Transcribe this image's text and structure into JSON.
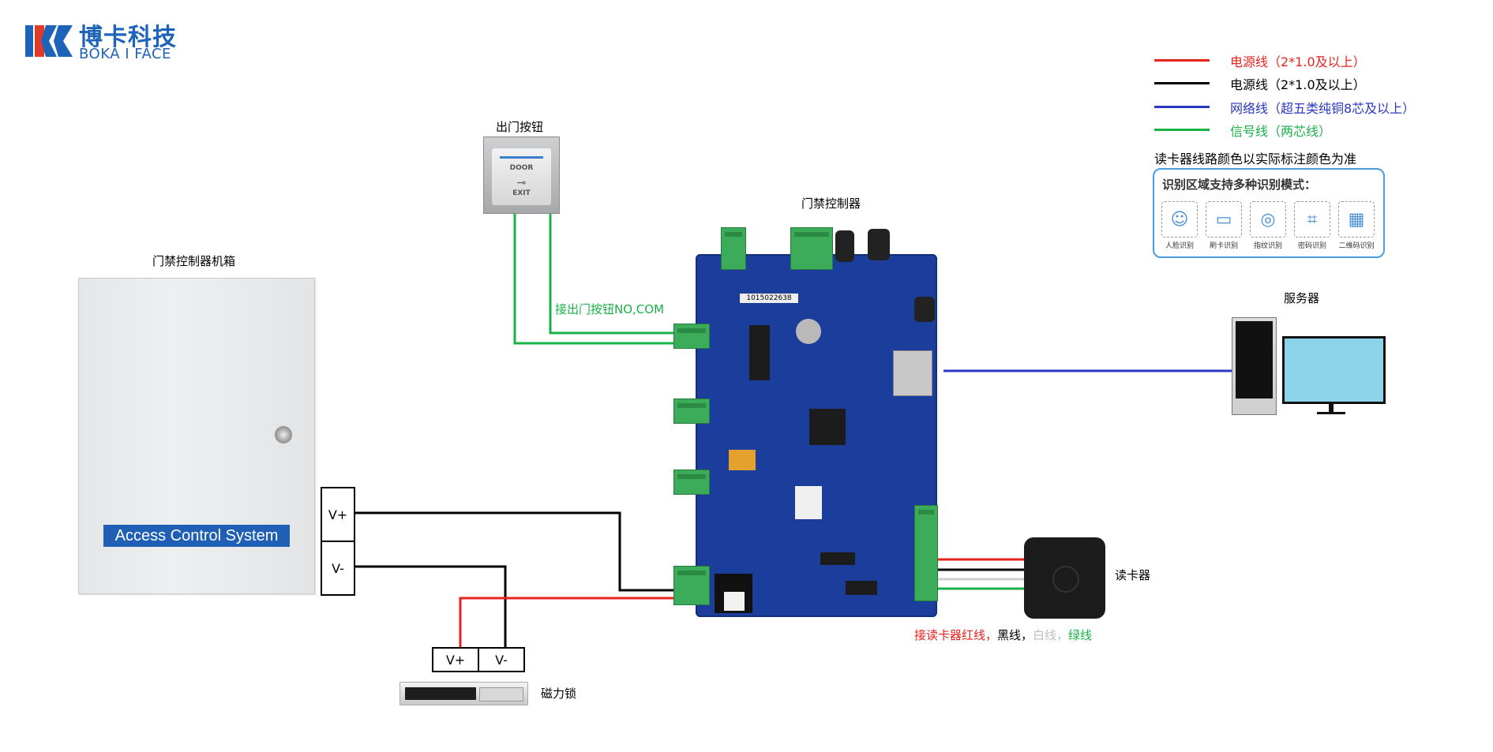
{
  "logo": {
    "cn": "博卡科技",
    "en": "BOKA I FACE"
  },
  "legend": {
    "items": [
      {
        "label": "电源线（2*1.0及以上）",
        "color": "#e8231d"
      },
      {
        "label": "电源线（2*1.0及以上）",
        "color": "#000000"
      },
      {
        "label": "网络线（超五类纯铜8芯及以上）",
        "color": "#2a36c4"
      },
      {
        "label": "信号线（两芯线）",
        "color": "#19b248"
      }
    ],
    "note": "读卡器线路颜色以实际标注颜色为准"
  },
  "modes": {
    "title": "识别区域支持多种识别模式：",
    "items": [
      {
        "icon": "face-icon",
        "label": "人脸识别"
      },
      {
        "icon": "card-icon",
        "label": "刷卡识别"
      },
      {
        "icon": "fingerprint-icon",
        "label": "指纹识别"
      },
      {
        "icon": "keypad-icon",
        "label": "密码识别"
      },
      {
        "icon": "qrcode-icon",
        "label": "二维码识别"
      }
    ]
  },
  "labels": {
    "cabinet": "门禁控制器机箱",
    "cabinet_plate": "Access Control System",
    "exit_button": "出门按钮",
    "exit_button_face": {
      "top": "DOOR",
      "key": "⊸",
      "bottom": "EXIT"
    },
    "controller": "门禁控制器",
    "server": "服务器",
    "reader": "读卡器",
    "maglock": "磁力锁",
    "exit_wiring": "接出门按钮NO,COM",
    "reader_wiring": {
      "red": "接读卡器红线，",
      "black": "黑线，",
      "white": "白线，",
      "green": "绿线"
    },
    "board_serial": "1015022638"
  },
  "terminals": {
    "cabinet_vplus": "V+",
    "cabinet_vminus": "V-",
    "lock_vplus": "V+",
    "lock_vminus": "V-"
  },
  "colors": {
    "red": "#e8231d",
    "black": "#000000",
    "blue": "#2a36c4",
    "green": "#19b248",
    "board": "#1b3d9c",
    "brand": "#1d63b8"
  }
}
